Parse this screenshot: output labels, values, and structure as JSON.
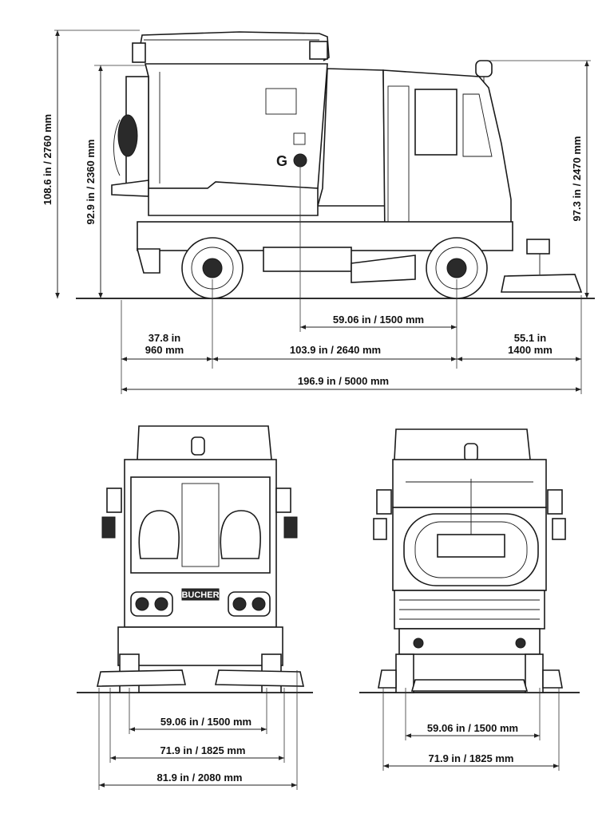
{
  "side_view": {
    "total_height": "108.6 in / 2760 mm",
    "cab_body_height": "92.9 in / 2360 mm",
    "cab_height": "97.3 in / 2470 mm",
    "center_of_gravity": "59.06 in / 1500 mm",
    "rear_overhang_in": "37.8 in",
    "rear_overhang_mm": "960 mm",
    "wheelbase": "103.9 in / 2640 mm",
    "front_overhang_in": "55.1 in",
    "front_overhang_mm": "1400 mm",
    "total_length": "196.9 in / 5000 mm",
    "logo_text": "G"
  },
  "front_view": {
    "track_width": "59.06 in / 1500 mm",
    "body_width": "71.9 in / 1825 mm",
    "total_width": "81.9 in / 2080 mm",
    "badge_text": "BUCHER"
  },
  "rear_view": {
    "track_width": "59.06 in / 1500 mm",
    "body_width": "71.9 in / 1825 mm"
  }
}
